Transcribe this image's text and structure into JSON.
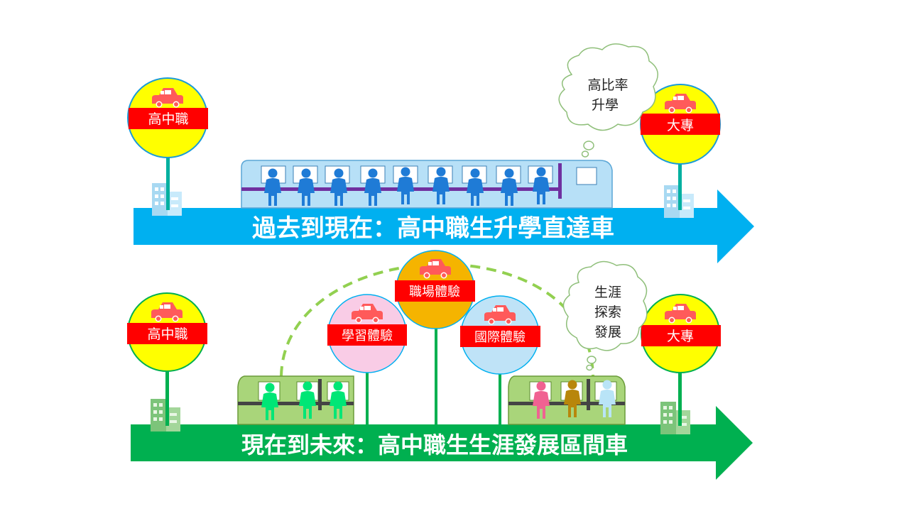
{
  "top_row": {
    "arrow_text": "過去到現在：高中職生升學直達車",
    "arrow_color": "#00b0f0",
    "start_stop": "高中職",
    "end_stop": "大專",
    "thought": [
      "高比率",
      "升學"
    ]
  },
  "bottom_row": {
    "arrow_text": "現在到未來：高中職生生涯發展區間車",
    "arrow_color": "#00b050",
    "start_stop": "高中職",
    "end_stop": "大專",
    "middle_stops": [
      "學習體驗",
      "職場體驗",
      "國際體驗"
    ],
    "thought": [
      "生涯",
      "探索",
      "發展"
    ]
  },
  "colors": {
    "sign_red": "#ff0000",
    "car": "#ff5a5a",
    "stop_yellow": "#ffff00",
    "stop_pink": "#f9cce6",
    "stop_orange": "#f5b400",
    "stop_blue": "#bfe3f7",
    "train_top": "#b7e0f7",
    "train_bottom": "#a9d57a",
    "person_blue": "#1f7bd6",
    "purple": "#7030a0"
  }
}
